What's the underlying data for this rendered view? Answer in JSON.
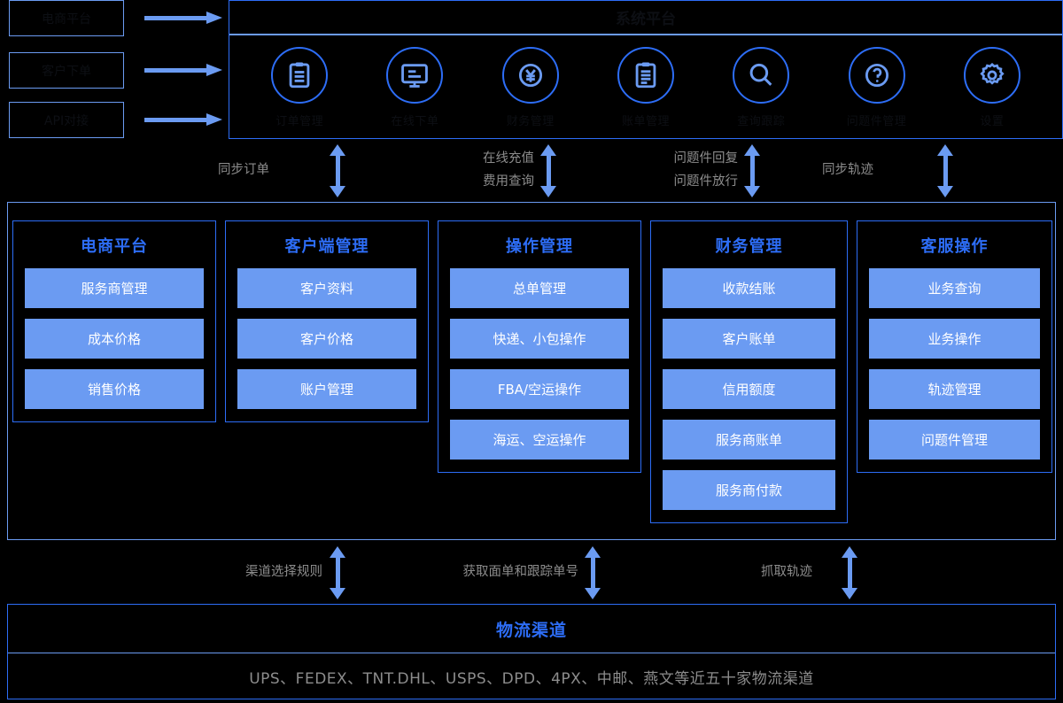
{
  "sources": {
    "items": [
      {
        "label": "电商平台"
      },
      {
        "label": "客户下单"
      },
      {
        "label": "API对接"
      }
    ],
    "arrow_icon": "right-arrow-icon"
  },
  "top_panel": {
    "title": "系统平台",
    "icons": [
      {
        "name": "clipboard-icon",
        "label": "订单管理"
      },
      {
        "name": "monitor-icon",
        "label": "在线下单"
      },
      {
        "name": "yen-currency-icon",
        "label": "财务管理"
      },
      {
        "name": "clipboard-list-icon",
        "label": "账单管理"
      },
      {
        "name": "search-icon",
        "label": "查询跟踪"
      },
      {
        "name": "question-mark-icon",
        "label": "问题件管理"
      },
      {
        "name": "gear-icon",
        "label": "设置"
      }
    ]
  },
  "upper_flows": [
    {
      "lines": [
        "同步订单"
      ],
      "arrow_icon": "double-arrow-vertical-icon"
    },
    {
      "lines": [
        "在线充值",
        "费用查询"
      ],
      "arrow_icon": "double-arrow-vertical-icon"
    },
    {
      "lines": [
        "问题件回复",
        "问题件放行"
      ],
      "arrow_icon": "double-arrow-vertical-icon"
    },
    {
      "lines": [
        "同步轨迹"
      ],
      "arrow_icon": "double-arrow-vertical-icon"
    }
  ],
  "modules": {
    "columns": [
      {
        "title": "电商平台",
        "items": [
          "服务商管理",
          "成本价格",
          "销售价格"
        ]
      },
      {
        "title": "客户端管理",
        "items": [
          "客户资料",
          "客户价格",
          "账户管理"
        ]
      },
      {
        "title": "操作管理",
        "items": [
          "总单管理",
          "快递、小包操作",
          "FBA/空运操作",
          "海运、空运操作"
        ]
      },
      {
        "title": "财务管理",
        "items": [
          "收款结账",
          "客户账单",
          "信用额度",
          "服务商账单",
          "服务商付款"
        ]
      },
      {
        "title": "客服操作",
        "items": [
          "业务查询",
          "业务操作",
          "轨迹管理",
          "问题件管理"
        ]
      }
    ]
  },
  "lower_flows": [
    {
      "lines": [
        "渠道选择规则"
      ],
      "arrow_icon": "double-arrow-vertical-icon"
    },
    {
      "lines": [
        "获取面单和跟踪单号"
      ],
      "arrow_icon": "double-arrow-vertical-icon"
    },
    {
      "lines": [
        "抓取轨迹"
      ],
      "arrow_icon": "double-arrow-vertical-icon"
    }
  ],
  "bottom_panel": {
    "title": "物流渠道",
    "subtitle": "UPS、FEDEX、TNT.DHL、USPS、DPD、4PX、中邮、燕文等近五十家物流渠道"
  },
  "colors": {
    "accent_blue": "#2d6df6",
    "chip_blue": "#6b9bf2",
    "flow_text_gray": "#8c8c8c",
    "background": "#000000"
  }
}
